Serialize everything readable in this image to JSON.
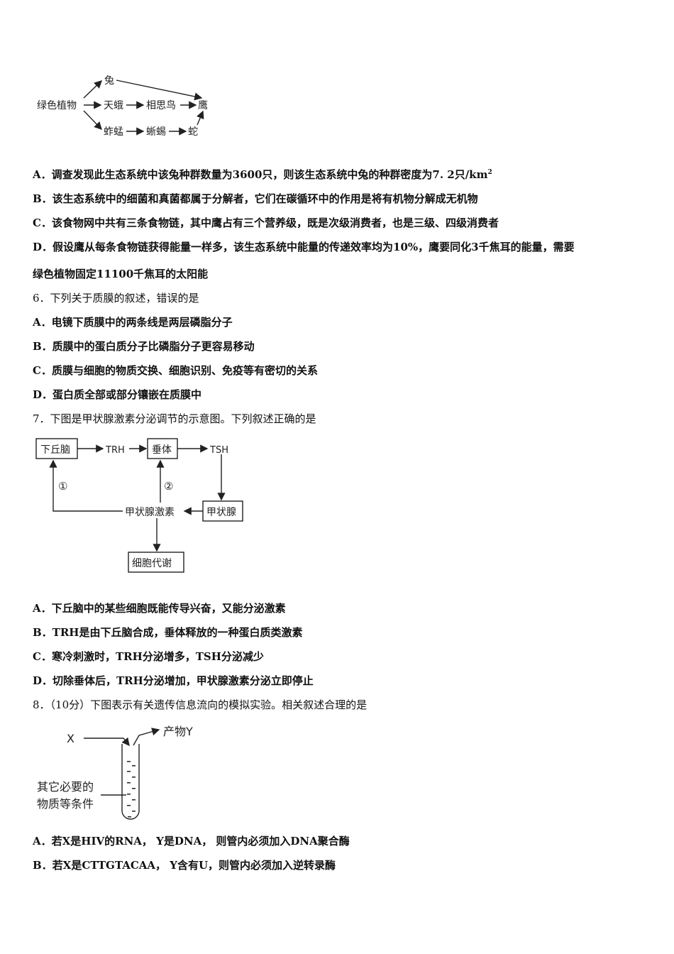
{
  "food_web": {
    "producer": "绿色植物",
    "rabbit": "兔",
    "moth": "天蛾",
    "bird": "相思鸟",
    "eagle": "鹰",
    "grasshopper": "蚱蜢",
    "lizard": "蜥蜴",
    "snake": "蛇"
  },
  "q5_options": {
    "A_pre": "A．调查发现此生态系统中该兔种群数量为3600只，则该生态系统中兔的种群密度为7. 2只/km",
    "A_sup": "2",
    "B": "B．该生态系统中的细菌和真菌都属于分解者，它们在碳循环中的作用是将有机物分解成无机物",
    "C": "C．该食物网中共有三条食物链，其中鹰占有三个营养级，既是次级消费者，也是三级、四级消费者",
    "D1": "D．假设鹰从每条食物链获得能量一样多，该生态系统中能量的传递效率均为10%，鹰要同化3千焦耳的能量，需要",
    "D2": "绿色植物固定11100千焦耳的太阳能"
  },
  "q6": {
    "stem": "6．下列关于质膜的叙述，错误的是",
    "A": "A．电镜下质膜中的两条线是两层磷脂分子",
    "B": "B．质膜中的蛋白质分子比磷脂分子更容易移动",
    "C": "C．质膜与细胞的物质交换、细胞识别、免疫等有密切的关系",
    "D": "D．蛋白质全部或部分镶嵌在质膜中"
  },
  "q7": {
    "stem": "7．下图是甲状腺激素分泌调节的示意图。下列叙述正确的是",
    "diagram": {
      "hypothalamus": "下丘脑",
      "trh": "TRH",
      "pituitary": "垂体",
      "tsh": "TSH",
      "thyroid": "甲状腺",
      "hormone": "甲状腺激素",
      "metabolism": "细胞代谢",
      "mark1": "①",
      "mark2": "②"
    },
    "A": "A．下丘脑中的某些细胞既能传导兴奋，又能分泌激素",
    "B": "B．TRH是由下丘脑合成，垂体释放的一种蛋白质类激素",
    "C": "C．寒冷刺激时，TRH分泌增多，TSH分泌减少",
    "D": "D．切除垂体后，TRH分泌增加，甲状腺激素分泌立即停止"
  },
  "q8": {
    "stem": "8．（10分）下图表示有关遗传信息流向的模拟实验。相关叙述合理的是",
    "diagram": {
      "x": "X",
      "product": "产物Y",
      "cond1": "其它必要的",
      "cond2": "物质等条件"
    },
    "A": "A．若X是HIV的RNA， Y是DNA， 则管内必须加入DNA聚合酶",
    "B": "B．若X是CTTGTACAA， Y含有U，则管内必须加入逆转录酶"
  }
}
